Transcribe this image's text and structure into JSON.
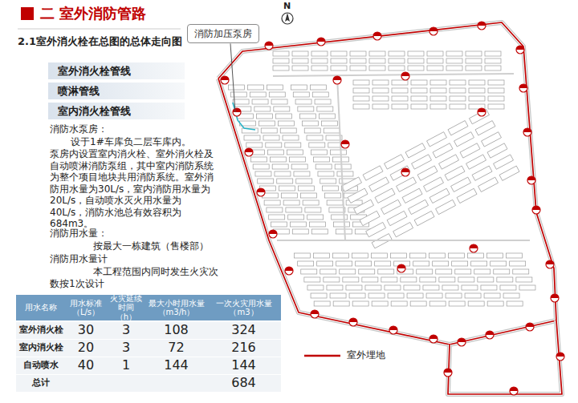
{
  "diagram": {
    "title": "二 室外消防管路",
    "nodes": [
      {
        "text": [
          "室外消火栓管线"
        ]
      },
      {
        "text": [
          "喷淋管线"
        ]
      },
      {
        "text": [
          "室内消火栓管线"
        ]
      },
      {
        "text": [
          "消防加压泵房"
        ]
      }
    ],
    "labels": [
      "2.1室外消火栓在总图的总体走向图",
      "消防水泵房：",
      "设于1#车库负二层车库内。",
      "泵房内设置室内消火栓、室外消火栓及自动喷淋消防泵组，其中室内消防系统为整个项目地块共用消防系统。室外消防用水量为30L/s，室内消防用水量为20L/s，自动喷水灭火用水量为40L/s，消防水池总有效容积为684m3。",
      "消防用水量：",
      "按最大一栋建筑（售楼部）",
      "消防用水量计",
      "本工程范围内同时发生火灾次数按1次设计",
      "用水名称",
      "用水标准（L/s）",
      "火灾延续时间（h）",
      "最大小时用水量（m3/h）",
      "一次火灾用水量（m3）",
      "室外消火栓",
      "30",
      "3",
      "108",
      "324",
      "室内消火栓",
      "20",
      "3",
      "72",
      "216",
      "自动喷水",
      "40",
      "1",
      "144",
      "144",
      "总计",
      "684",
      "N"
    ],
    "legend": [
      {
        "text": "室外埋地"
      }
    ]
  }
}
